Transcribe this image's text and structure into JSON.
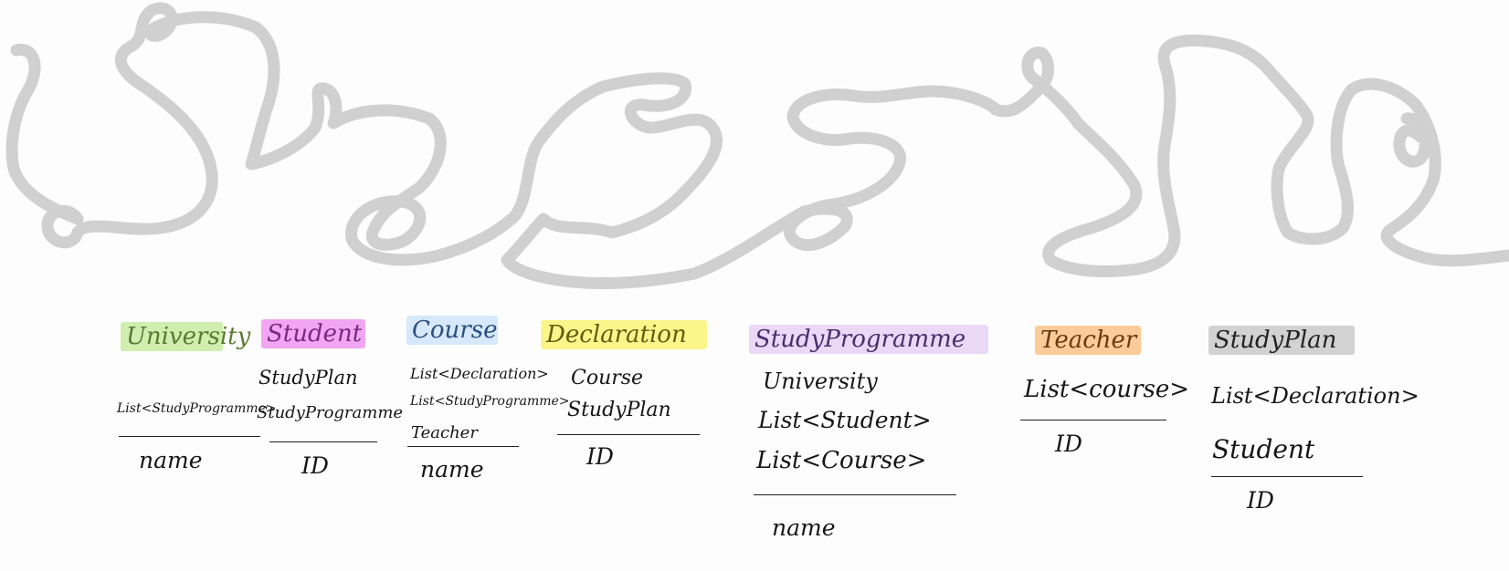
{
  "colors": {
    "scribble": "#d0d0d0",
    "ink": "#1a1a1a"
  },
  "entities": [
    {
      "id": "university",
      "title": "University",
      "color": "#cfeeb0",
      "fields": [
        "List<StudyProgramme>"
      ],
      "key": "name"
    },
    {
      "id": "student",
      "title": "Student",
      "color": "#f0a6f2",
      "fields": [
        "StudyPlan",
        "StudyProgramme"
      ],
      "key": "ID"
    },
    {
      "id": "course",
      "title": "Course",
      "color": "#d6e8fa",
      "fields": [
        "List<Declaration>",
        "List<StudyProgramme>",
        "Teacher"
      ],
      "key": "name"
    },
    {
      "id": "declaration",
      "title": "Declaration",
      "color": "#fbf58a",
      "fields": [
        "Course",
        "StudyPlan"
      ],
      "key": "ID"
    },
    {
      "id": "studyprogramme",
      "title": "StudyProgramme",
      "color": "#ead8f7",
      "fields": [
        "University",
        "List<Student>",
        "List<Course>"
      ],
      "key": "name"
    },
    {
      "id": "teacher",
      "title": "Teacher",
      "color": "#fbcb9a",
      "fields": [
        "List<course>"
      ],
      "key": "ID"
    },
    {
      "id": "studyplan",
      "title": "StudyPlan",
      "color": "#d2d2d2",
      "fields": [
        "List<Declaration>",
        "Student"
      ],
      "key": "ID"
    }
  ]
}
